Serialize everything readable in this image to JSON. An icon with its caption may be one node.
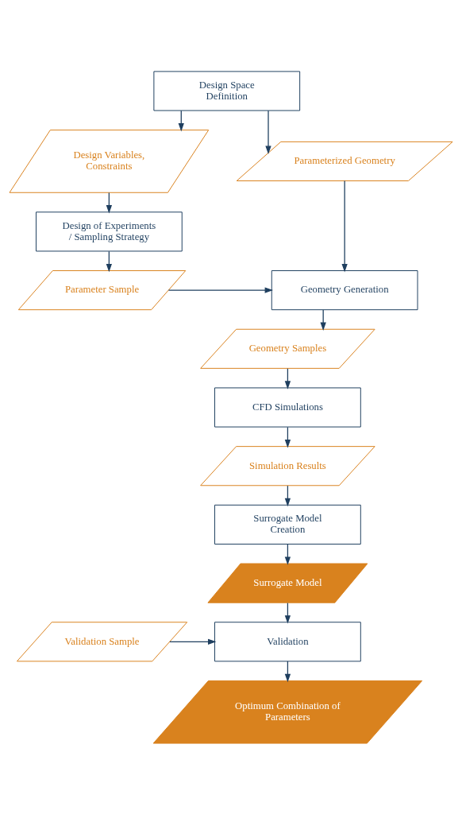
{
  "diagram": {
    "nodes": [
      {
        "text": [
          "Design Space Definition"
        ]
      },
      {
        "text": [
          "Design Variables, Constraints"
        ]
      },
      {
        "text": [
          "Parameterized Geometry"
        ]
      },
      {
        "text": [
          "Design of Experiments / Sampling Strategy"
        ]
      },
      {
        "text": [
          "Parameter Sample"
        ]
      },
      {
        "text": [
          "Geometry Generation"
        ]
      },
      {
        "text": [
          "Geometry Samples"
        ]
      },
      {
        "text": [
          "CFD Simulations"
        ]
      },
      {
        "text": [
          "Simulation Results"
        ]
      },
      {
        "text": [
          "Surrogate Model Creation"
        ]
      },
      {
        "text": [
          "Surrogate Model"
        ]
      },
      {
        "text": [
          "Validation Sample"
        ]
      },
      {
        "text": [
          "Validation"
        ]
      },
      {
        "text": [
          "Optimum Combination of Parameters"
        ]
      }
    ],
    "edges": [
      {
        "from": 0,
        "to": 1,
        "arrow": "to"
      },
      {
        "from": 0,
        "to": 2,
        "arrow": "to"
      },
      {
        "from": 1,
        "to": 3,
        "arrow": "to"
      },
      {
        "from": 3,
        "to": 4,
        "arrow": "to"
      },
      {
        "from": 2,
        "to": 5,
        "arrow": "to"
      },
      {
        "from": 4,
        "to": 5,
        "arrow": "to"
      },
      {
        "from": 5,
        "to": 6,
        "arrow": "to"
      },
      {
        "from": 6,
        "to": 7,
        "arrow": "to"
      },
      {
        "from": 7,
        "to": 8,
        "arrow": "to"
      },
      {
        "from": 8,
        "to": 9,
        "arrow": "to"
      },
      {
        "from": 9,
        "to": 10,
        "arrow": "to"
      },
      {
        "from": 10,
        "to": 12,
        "arrow": "to"
      },
      {
        "from": 11,
        "to": 12,
        "arrow": "to"
      },
      {
        "from": 12,
        "to": 13,
        "arrow": "to"
      }
    ]
  }
}
